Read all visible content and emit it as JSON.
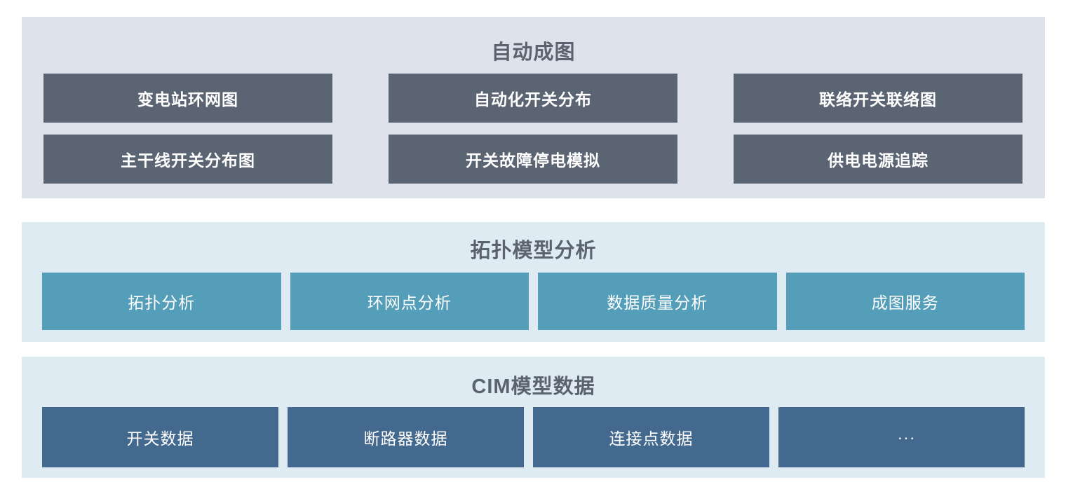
{
  "colors": {
    "page_background": "#ffffff",
    "top_panel_background": "#dee2ea",
    "lower_panel_background": "#dfebf2",
    "top_block": "#5b6472",
    "middle_block": "#549eb9",
    "bottom_block": "#44698f",
    "title_text": "#5b6370",
    "block_text": "#ffffff"
  },
  "sections": [
    {
      "title": "自动成图",
      "items": [
        {
          "label": "变电站环网图"
        },
        {
          "label": "自动化开关分布"
        },
        {
          "label": "联络开关联络图"
        },
        {
          "label": "主干线开关分布图"
        },
        {
          "label": "开关故障停电模拟"
        },
        {
          "label": "供电电源追踪"
        }
      ]
    },
    {
      "title": "拓扑模型分析",
      "items": [
        {
          "label": "拓扑分析"
        },
        {
          "label": "环网点分析"
        },
        {
          "label": "数据质量分析"
        },
        {
          "label": "成图服务"
        }
      ]
    },
    {
      "title": "CIM模型数据",
      "items": [
        {
          "label": "开关数据"
        },
        {
          "label": "断路器数据"
        },
        {
          "label": "连接点数据"
        },
        {
          "label": "···"
        }
      ]
    }
  ]
}
